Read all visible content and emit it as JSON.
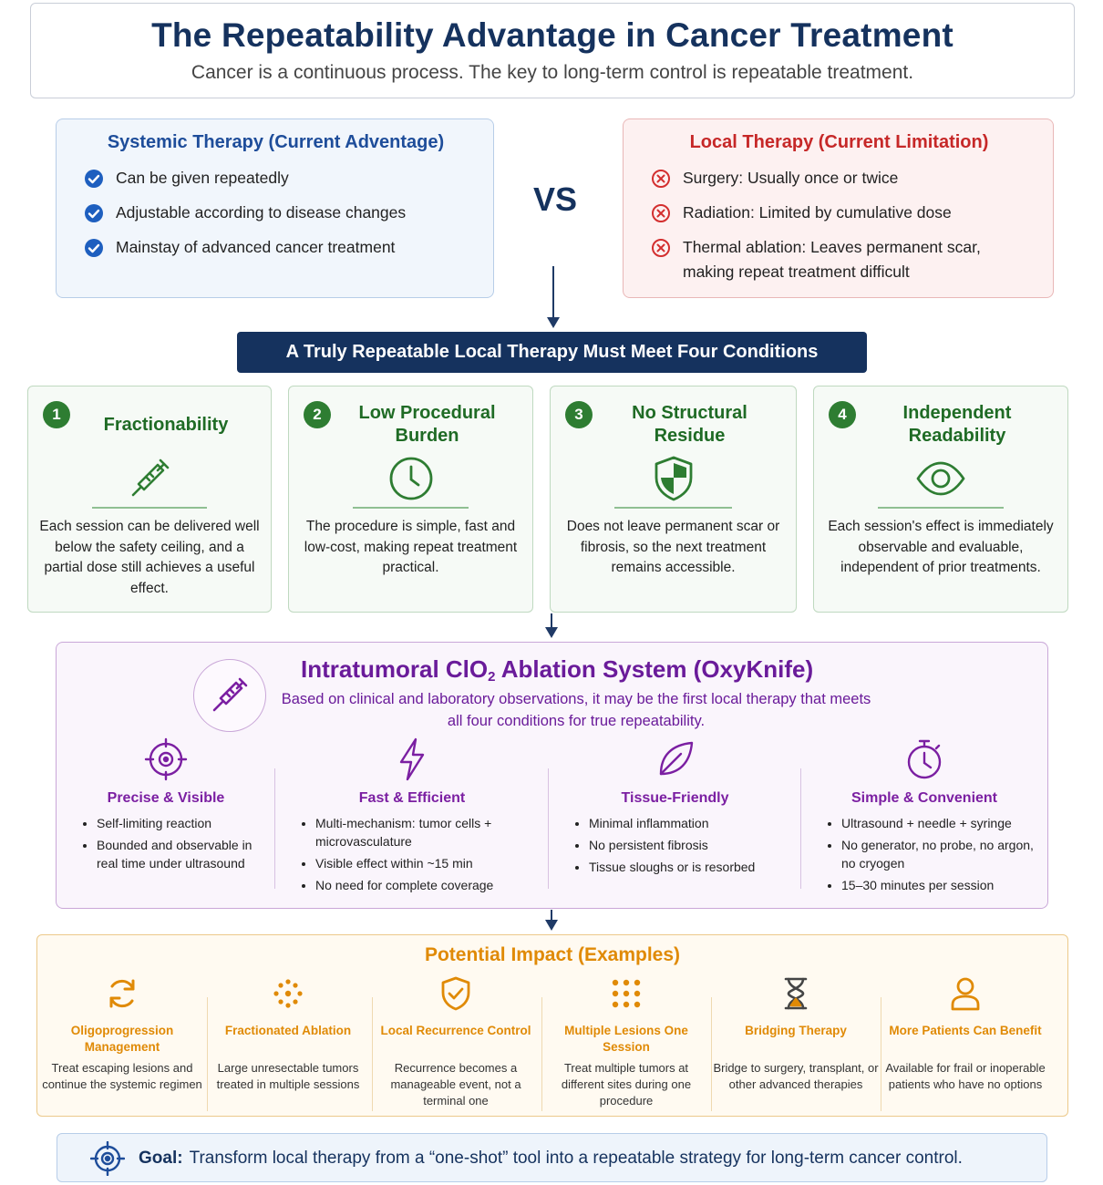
{
  "header": {
    "title": "The Repeatability Advantage in Cancer Treatment",
    "subtitle": "Cancer is a continuous process. The key to long-term control is repeatable treatment."
  },
  "systemic": {
    "title": "Systemic Therapy (Current Adventage)",
    "items": [
      "Can be given repeatedly",
      "Adjustable according to disease changes",
      "Mainstay of advanced cancer treatment"
    ],
    "icon": "check-circle-icon",
    "color": "#1e5fbf"
  },
  "vs_label": "VS",
  "local": {
    "title": "Local Therapy (Current Limitation)",
    "items": [
      "Surgery: Usually once or twice",
      "Radiation: Limited by cumulative dose",
      "Thermal ablation: Leaves permanent scar, making repeat treatment difficult"
    ],
    "icon": "x-circle-icon",
    "color": "#d32f2f"
  },
  "banner": "A Truly Repeatable Local Therapy Must Meet Four Conditions",
  "conditions": [
    {
      "num": "1",
      "title": "Fractionability",
      "icon": "syringe-icon",
      "desc": "Each session can be delivered well below the safety ceiling, and a partial dose still achieves a useful effect."
    },
    {
      "num": "2",
      "title": "Low Procedural Burden",
      "icon": "clock-icon",
      "desc": "The procedure is simple, fast and low-cost, making repeat treatment practical."
    },
    {
      "num": "3",
      "title": "No Structural Residue",
      "icon": "shield-icon",
      "desc": "Does not leave permanent scar or fibrosis, so the next treatment remains accessible."
    },
    {
      "num": "4",
      "title": "Independent Readability",
      "icon": "eye-icon",
      "desc": "Each session's effect is immediately observable and evaluable, independent of prior treatments."
    }
  ],
  "oxyknife": {
    "title_pre": "Intratumoral ClO",
    "title_sub": "2",
    "title_post": " Ablation System (OxyKnife)",
    "description": "Based on clinical and laboratory observations, it may be the first local therapy that meets all four conditions for true repeatability.",
    "icon": "syringe-icon",
    "features": [
      {
        "title": "Precise & Visible",
        "icon": "target-icon",
        "items": [
          "Self-limiting reaction",
          "Bounded and observable in real time under ultrasound"
        ]
      },
      {
        "title": "Fast & Efficient",
        "icon": "lightning-icon",
        "items": [
          "Multi-mechanism: tumor cells + microvasculature",
          "Visible effect within ~15 min",
          "No need for complete coverage"
        ]
      },
      {
        "title": "Tissue-Friendly",
        "icon": "leaf-icon",
        "items": [
          "Minimal inflammation",
          "No persistent fibrosis",
          "Tissue sloughs or is resorbed"
        ]
      },
      {
        "title": "Simple & Convenient",
        "icon": "stopwatch-icon",
        "items": [
          "Ultrasound + needle + syringe",
          "No generator, no probe, no argon, no cryogen",
          "15–30 minutes per session"
        ]
      }
    ]
  },
  "impact": {
    "title": "Potential Impact (Examples)",
    "items": [
      {
        "title": "Oligoprogression Management",
        "icon": "refresh-icon",
        "desc": "Treat escaping lesions and continue the systemic regimen"
      },
      {
        "title": "Fractionated Ablation",
        "icon": "dots-cluster-icon",
        "desc": "Large unresectable tumors treated in multiple sessions"
      },
      {
        "title": "Local Recurrence Control",
        "icon": "shield-check-icon",
        "desc": "Recurrence becomes a manageable event, not a terminal one"
      },
      {
        "title": "Multiple Lesions One Session",
        "icon": "dots-grid-icon",
        "desc": "Treat multiple tumors at different sites during one procedure"
      },
      {
        "title": "Bridging Therapy",
        "icon": "hourglass-icon",
        "desc": "Bridge to surgery, transplant, or other advanced therapies"
      },
      {
        "title": "More Patients Can Benefit",
        "icon": "person-icon",
        "desc": "Available for frail or inoperable patients who have no options"
      }
    ]
  },
  "goal": {
    "label": "Goal:",
    "text": "Transform local therapy from a “one-shot” tool into a repeatable strategy for long-term cancer control.",
    "icon": "target-icon"
  }
}
